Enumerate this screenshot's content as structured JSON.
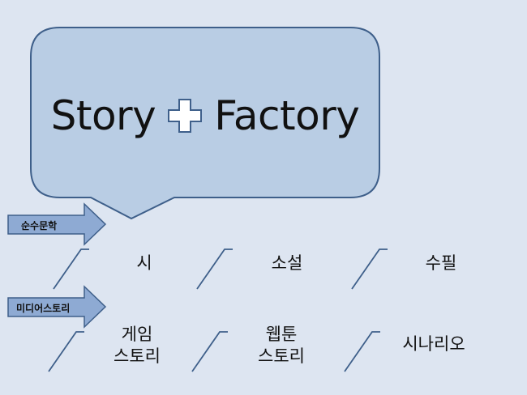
{
  "title": {
    "word_left": "Story",
    "word_right": "Factory",
    "connector_icon": "plus-icon"
  },
  "colors": {
    "background": "#dde5f1",
    "bubble_fill": "#b9cde4",
    "bubble_stroke": "#3e5f8a",
    "arrow_fill": "#8eaad3",
    "slash_stroke": "#3e5f8a",
    "plus_fill": "#ffffff"
  },
  "rows": [
    {
      "label": "순수문학",
      "items": [
        "시",
        "소설",
        "수필"
      ]
    },
    {
      "label": "미디어스토리",
      "items": [
        {
          "line1": "게임",
          "line2": "스토리"
        },
        {
          "line1": "웹툰",
          "line2": "스토리"
        },
        {
          "line1": "시나리오",
          "line2": ""
        }
      ]
    }
  ]
}
